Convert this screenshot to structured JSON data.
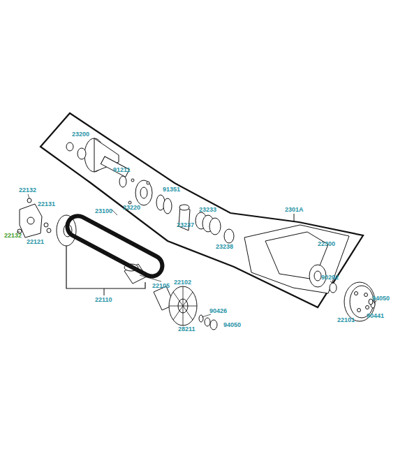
{
  "diagram": {
    "labels": [
      "23200",
      "91211",
      "91351",
      "23220",
      "23233",
      "23237",
      "2301A",
      "23238",
      "22300",
      "22132",
      "22131",
      "22132",
      "22121",
      "23100",
      "22105",
      "22102",
      "90426",
      "28211",
      "94050",
      "22110",
      "90202",
      "94050",
      "90441",
      "22101"
    ]
  }
}
